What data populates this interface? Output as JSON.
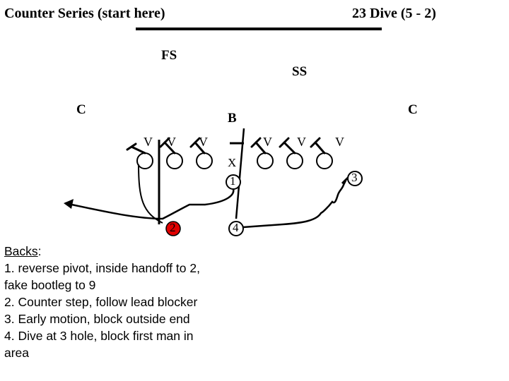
{
  "header": {
    "title_left": "Counter Series (start here)",
    "title_right": "23 Dive (5 - 2)"
  },
  "defense": {
    "fs": "FS",
    "ss": "SS",
    "corner_left": "C",
    "corner_right": "C",
    "backer": "B",
    "linemen": [
      "V",
      "V",
      "V",
      "V",
      "V",
      "V"
    ]
  },
  "offense": {
    "center_mark": "X",
    "backs": [
      "1",
      "2",
      "3",
      "4"
    ]
  },
  "notes": {
    "heading": "Backs",
    "heading_suffix": ":",
    "items": [
      "1. reverse pivot, inside handoff to 2,",
      "fake bootleg to 9",
      "2. Counter step, follow lead blocker",
      "3. Early motion, block outside end",
      "4. Dive at 3 hole, block first man in",
      "area"
    ]
  },
  "colors": {
    "ink": "#000000",
    "ball_carrier": "#e00000"
  }
}
